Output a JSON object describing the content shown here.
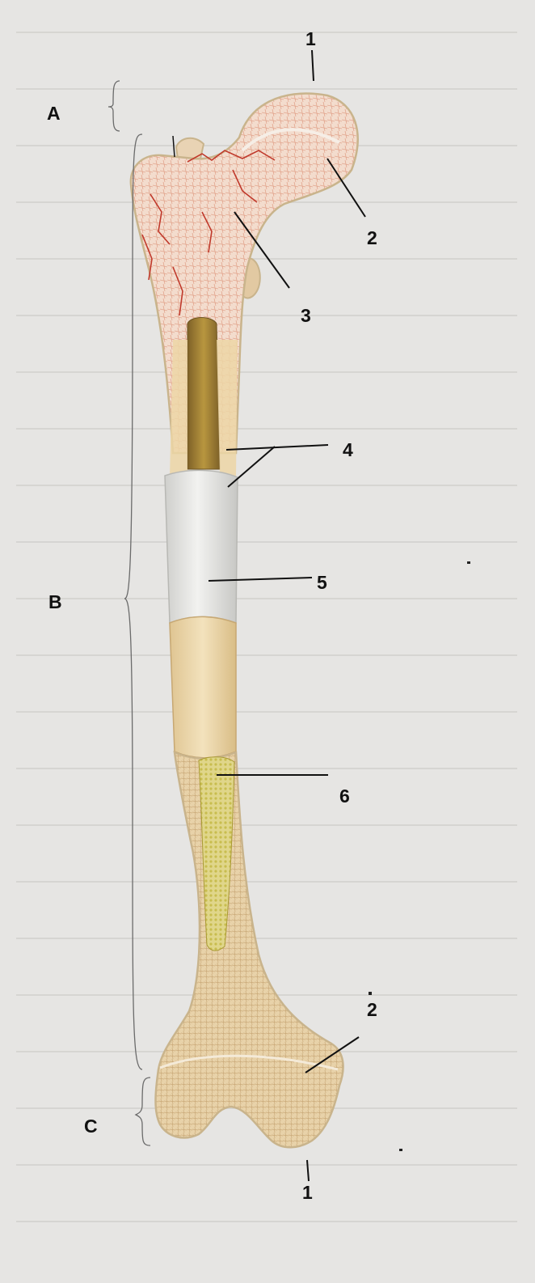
{
  "figure": {
    "region_labels": [
      "A",
      "B",
      "C"
    ],
    "part_labels": {
      "top_1": "1",
      "top_2": "2",
      "top_3": "3",
      "mid_4": "4",
      "mid_5": "5",
      "mid_6": "6",
      "bottom_2": "2",
      "bottom_1": "1"
    }
  },
  "colors": {
    "background": "#e6e5e3",
    "bone_outline": "#c9b48c",
    "spongy_bone_red": "#f1d6c6",
    "red_marrow_veins": "#c0392b",
    "medullary_cavity": "#9a7a3a",
    "periosteum": "#e4e3e0",
    "compact_bone": "#ecd6a6",
    "yellow_marrow": "#d7cf6e",
    "spongy_bone_distal": "#e0c79d",
    "leader_lines": "#111111"
  }
}
